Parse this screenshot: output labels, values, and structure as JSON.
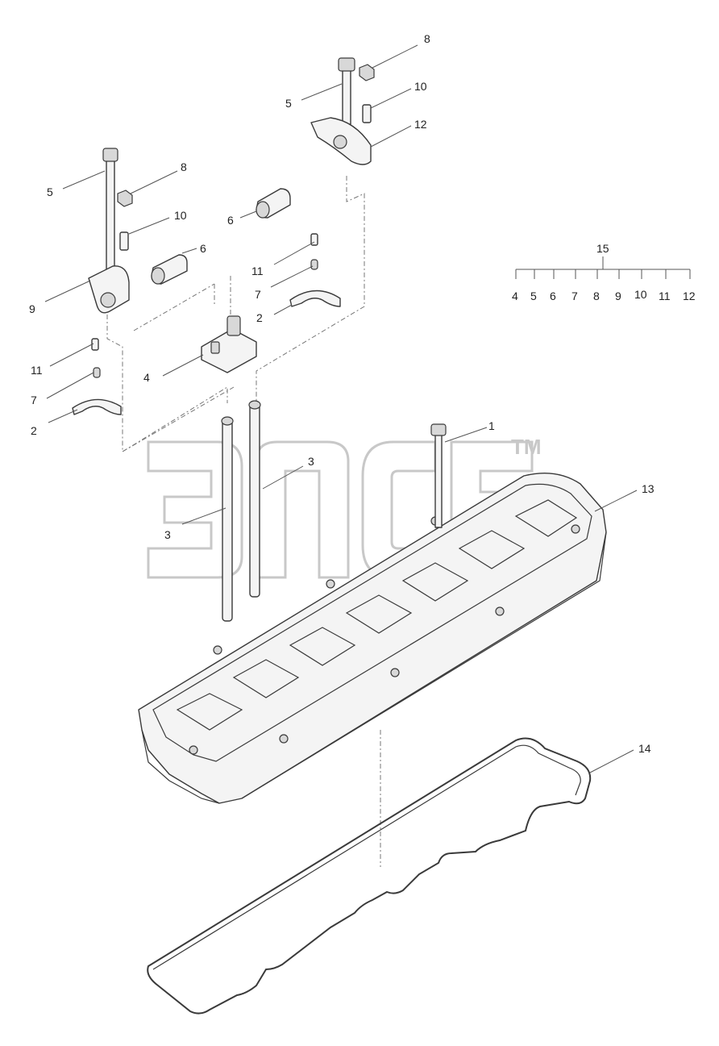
{
  "watermark": {
    "letters": "ЭПСБ",
    "tm": "TM"
  },
  "callouts": [
    {
      "id": "c1",
      "label": "1"
    },
    {
      "id": "c2a",
      "label": "2"
    },
    {
      "id": "c2b",
      "label": "2"
    },
    {
      "id": "c3a",
      "label": "3"
    },
    {
      "id": "c3b",
      "label": "3"
    },
    {
      "id": "c4",
      "label": "4"
    },
    {
      "id": "c5a",
      "label": "5"
    },
    {
      "id": "c5b",
      "label": "5"
    },
    {
      "id": "c6a",
      "label": "6"
    },
    {
      "id": "c6b",
      "label": "6"
    },
    {
      "id": "c7a",
      "label": "7"
    },
    {
      "id": "c7b",
      "label": "7"
    },
    {
      "id": "c8a",
      "label": "8"
    },
    {
      "id": "c8b",
      "label": "8"
    },
    {
      "id": "c9",
      "label": "9"
    },
    {
      "id": "c10a",
      "label": "10"
    },
    {
      "id": "c10b",
      "label": "10"
    },
    {
      "id": "c11a",
      "label": "11"
    },
    {
      "id": "c11b",
      "label": "11"
    },
    {
      "id": "c12",
      "label": "12"
    },
    {
      "id": "c13",
      "label": "13"
    },
    {
      "id": "c14",
      "label": "14"
    }
  ],
  "kit": {
    "label": "15",
    "items": [
      "4",
      "5",
      "6",
      "7",
      "8",
      "9",
      "10",
      "11",
      "12"
    ]
  }
}
